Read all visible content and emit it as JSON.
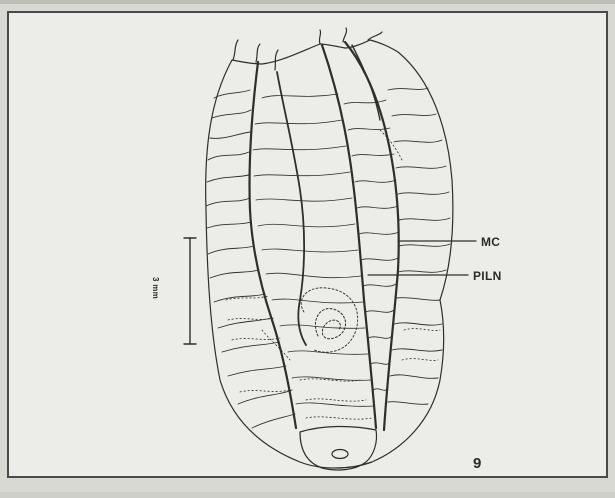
{
  "labels": {
    "mc": "MC",
    "piln": "PILN",
    "figure_number": "9",
    "scale_bar": "3 mm"
  },
  "colors": {
    "ink": "#2e2e2e",
    "paper": "#ecece8",
    "frame": "#4a4a4a"
  }
}
